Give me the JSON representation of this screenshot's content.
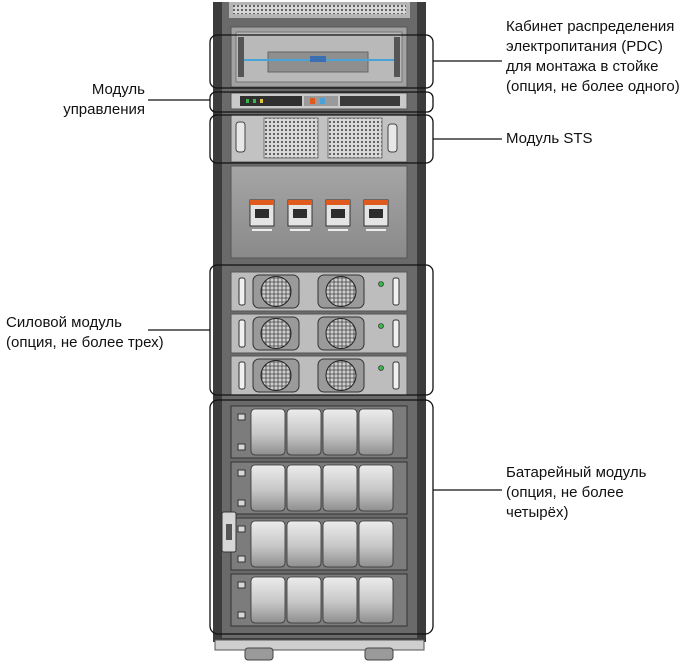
{
  "labels": {
    "pdc": [
      "Кабинет распределения",
      "электропитания (PDC)",
      "для монтажа в стойке",
      "(опция, не более одного)"
    ],
    "control": [
      "Модуль",
      "управления"
    ],
    "sts": [
      "Модуль STS"
    ],
    "power": [
      "Силовой модуль",
      "(опция, не более трех)"
    ],
    "battery": [
      "Батарейный модуль",
      "(опция, не более",
      "четырёх)"
    ]
  },
  "counts": {
    "breakers": 4,
    "power_modules": 3,
    "battery_modules": 4,
    "battery_cells_per_module": 4
  },
  "colors": {
    "cabinet_dark": "#3c3c3c",
    "panel_mid": "#9a9a9a",
    "panel_light": "#d8d8d8",
    "breaker_orange": "#e05a1e",
    "led_green": "#3bb54a",
    "accent_blue": "#4aa3d8"
  }
}
